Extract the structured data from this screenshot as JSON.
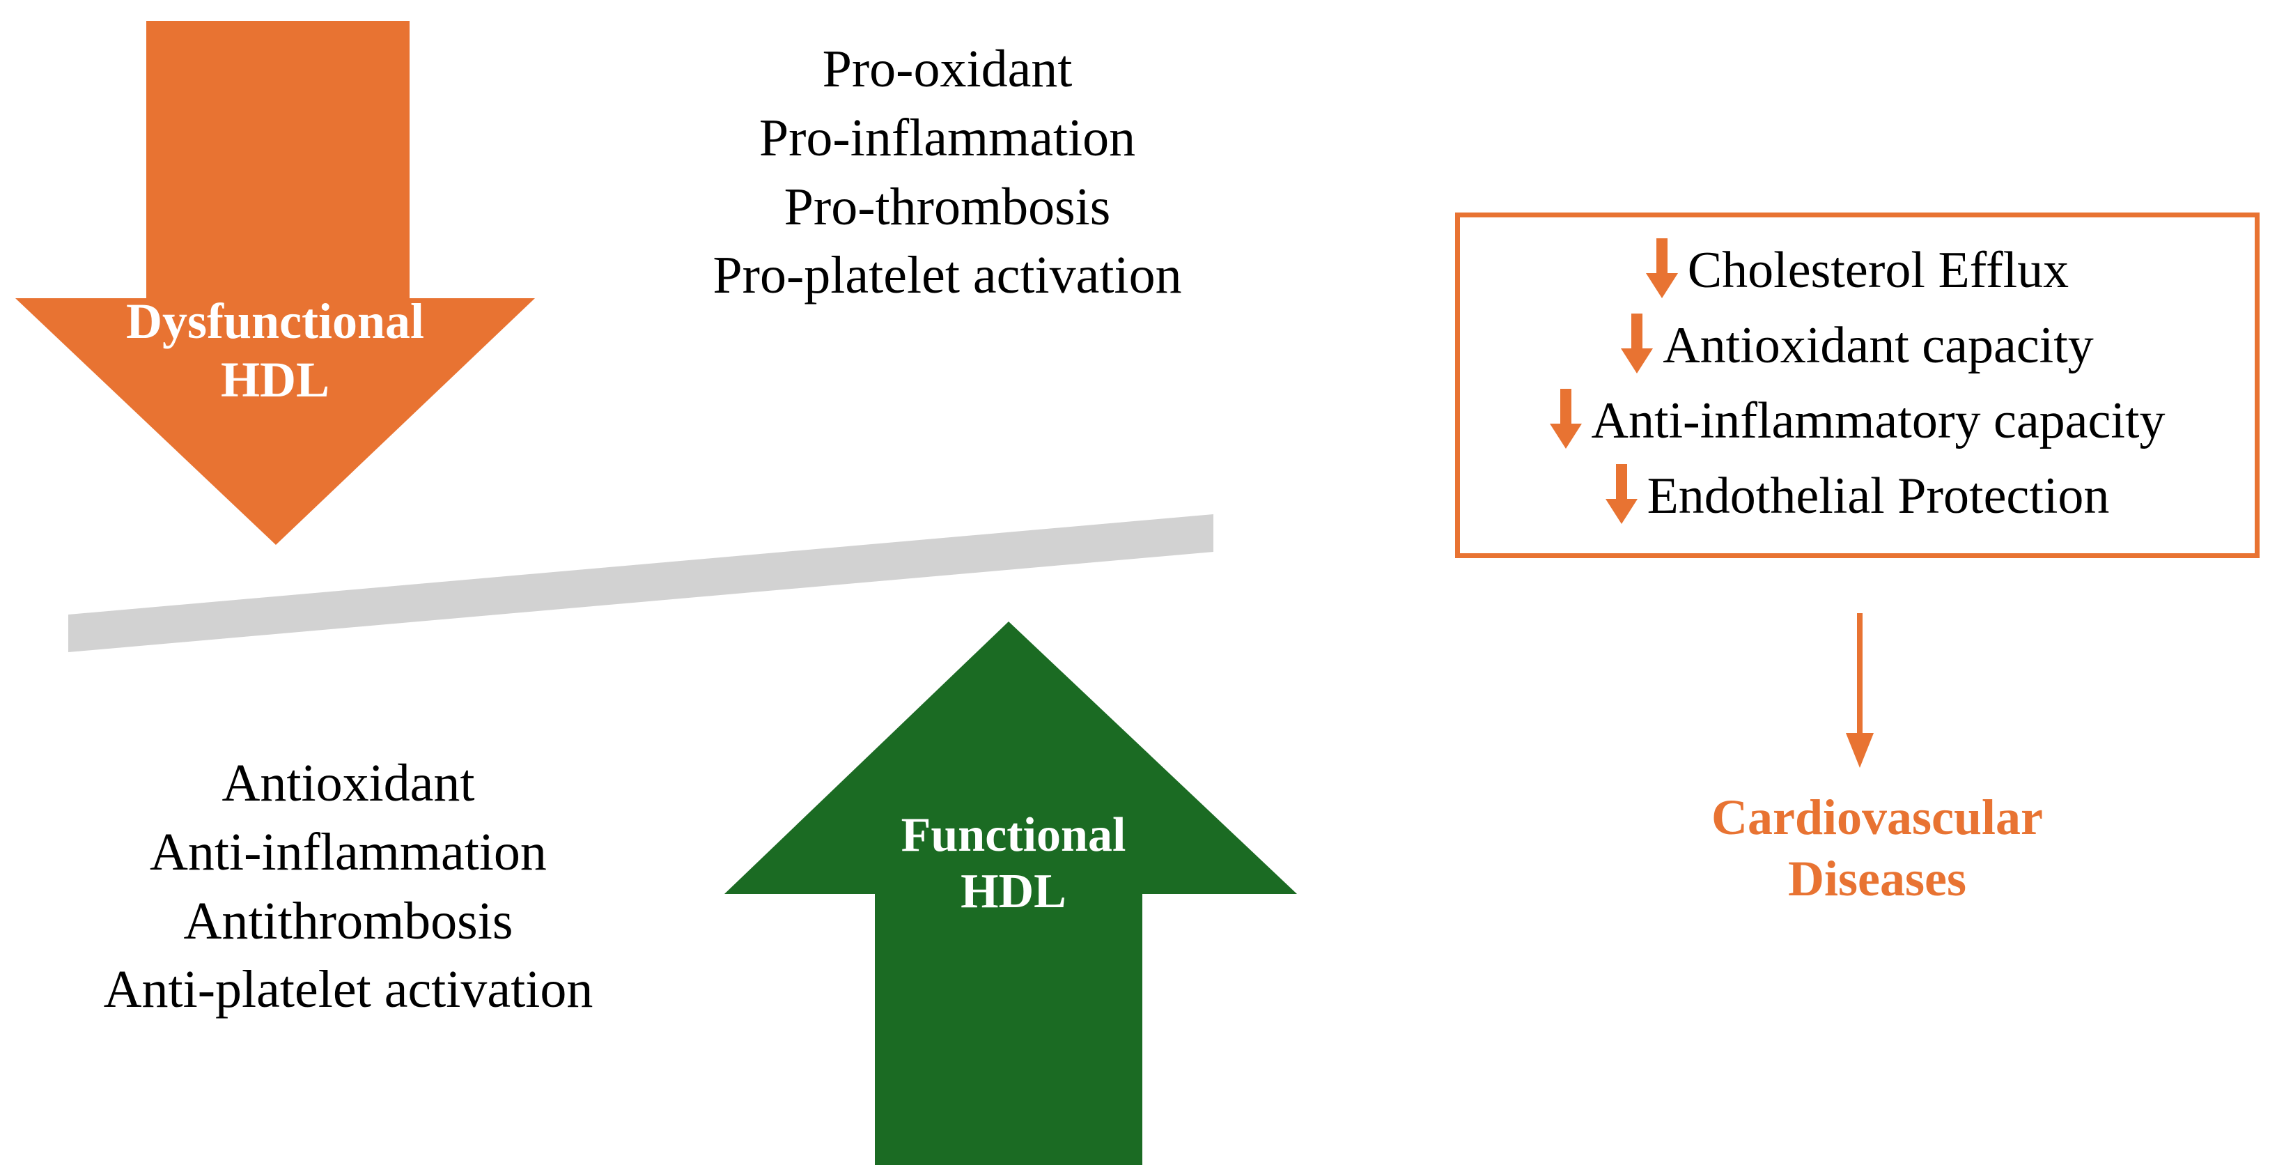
{
  "diagram": {
    "title": "HDL functionality balance and cardiovascular consequences",
    "colors": {
      "orange": "#E87332",
      "green": "#1B6B23",
      "beam_gray": "#D2D2D2",
      "text_black": "#000000",
      "label_white": "#FFFFFF"
    }
  },
  "balance": {
    "dysfunctional": {
      "arrow_icon": "down-arrow-icon",
      "label_lines": [
        "Dysfunctional",
        "HDL"
      ],
      "color": "#E87332",
      "direction": "down"
    },
    "functional": {
      "arrow_icon": "up-arrow-icon",
      "label_lines": [
        "Functional",
        "HDL"
      ],
      "color": "#1B6B23",
      "direction": "up"
    },
    "beam": {
      "icon": "balance-beam",
      "color": "#D2D2D2",
      "tilt_degrees": -5
    }
  },
  "dysfunctional_effects": {
    "lines": [
      "Pro-oxidant",
      "Pro-inflammation",
      "Pro-thrombosis",
      "Pro-platelet activation"
    ]
  },
  "functional_effects": {
    "lines": [
      "Antioxidant",
      "Anti-inflammation",
      "Antithrombosis",
      "Anti-platelet activation"
    ]
  },
  "consequence_box": {
    "border_color": "#E87332",
    "items": [
      {
        "arrow_icon": "down-arrow-icon",
        "direction": "down",
        "label": "Cholesterol Efflux"
      },
      {
        "arrow_icon": "down-arrow-icon",
        "direction": "down",
        "label": "Antioxidant capacity"
      },
      {
        "arrow_icon": "down-arrow-icon",
        "direction": "down",
        "label": "Anti-inflammatory capacity"
      },
      {
        "arrow_icon": "down-arrow-icon",
        "direction": "down",
        "label": "Endothelial Protection"
      }
    ]
  },
  "outcome": {
    "connector_icon": "down-arrow-connector",
    "connector_color": "#E87332",
    "lines": [
      "Cardiovascular",
      "Diseases"
    ],
    "color": "#E87332"
  }
}
